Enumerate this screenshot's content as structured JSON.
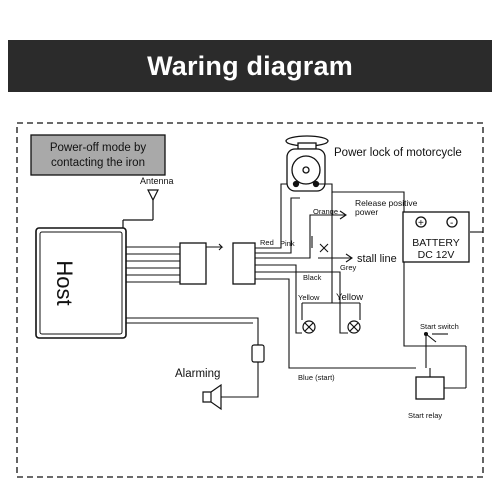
{
  "banner": {
    "title": "Waring diagram"
  },
  "note": {
    "line1": "Power-off mode by",
    "line2": "contacting the iron"
  },
  "labels": {
    "antenna": "Antenna",
    "host": "Host",
    "power_lock": "Power lock of motorcycle",
    "release_line1": "Release positive",
    "release_line2": "power",
    "battery_line1": "BATTERY",
    "battery_line2": "DC 12V",
    "stall_line": "stall line",
    "red": "Red",
    "pink": "Pink",
    "orange": "Orange",
    "black": "Black",
    "grey": "Grey",
    "yellow_small": "Yellow",
    "yellow_large": "Yellow",
    "alarming": "Alarming",
    "blue_start": "Blue (start)",
    "start_switch": "Start switch",
    "start_relay": "Start relay",
    "battery_plus": "+",
    "battery_minus": "-"
  },
  "colors": {
    "banner_bg": "#2b2b2b",
    "note_bg": "#a9a9a9",
    "line": "#111111"
  }
}
